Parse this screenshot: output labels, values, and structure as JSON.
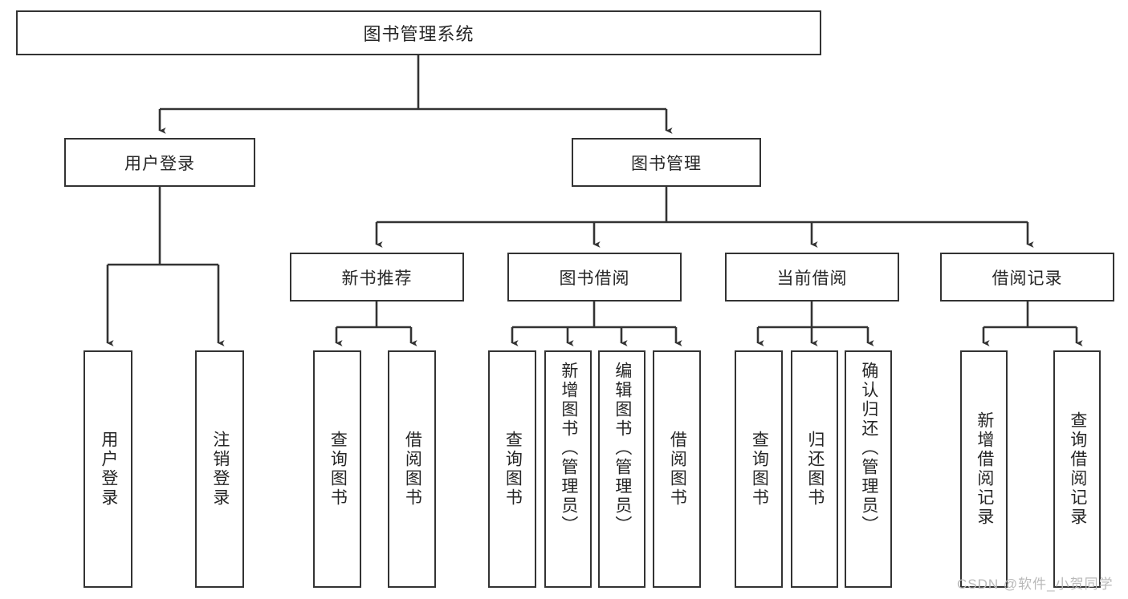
{
  "diagram": {
    "title": "图书管理系统",
    "type": "hierarchy-tree",
    "root": {
      "label": "图书管理系统"
    },
    "level1": [
      {
        "label": "用户登录"
      },
      {
        "label": "图书管理"
      }
    ],
    "level2": [
      {
        "label": "新书推荐"
      },
      {
        "label": "图书借阅"
      },
      {
        "label": "当前借阅"
      },
      {
        "label": "借阅记录"
      }
    ],
    "leaves": {
      "user_login": [
        {
          "label": "用户登录"
        },
        {
          "label": "注销登录"
        }
      ],
      "new_book_recommend": [
        {
          "label": "查询图书"
        },
        {
          "label": "借阅图书"
        }
      ],
      "book_borrow": [
        {
          "label": "查询图书"
        },
        {
          "label": "新增图书（管理员）"
        },
        {
          "label": "编辑图书（管理员）"
        },
        {
          "label": "借阅图书"
        }
      ],
      "current_borrow": [
        {
          "label": "查询图书"
        },
        {
          "label": "归还图书"
        },
        {
          "label": "确认归还（管理员）"
        }
      ],
      "borrow_record": [
        {
          "label": "新增借阅记录"
        },
        {
          "label": "查询借阅记录"
        }
      ]
    }
  },
  "watermark": {
    "text": "CSDN @软件_小贺同学"
  },
  "colors": {
    "stroke": "#333333",
    "text": "#262626",
    "background": "#ffffff",
    "watermark": "#b9b9b9"
  }
}
